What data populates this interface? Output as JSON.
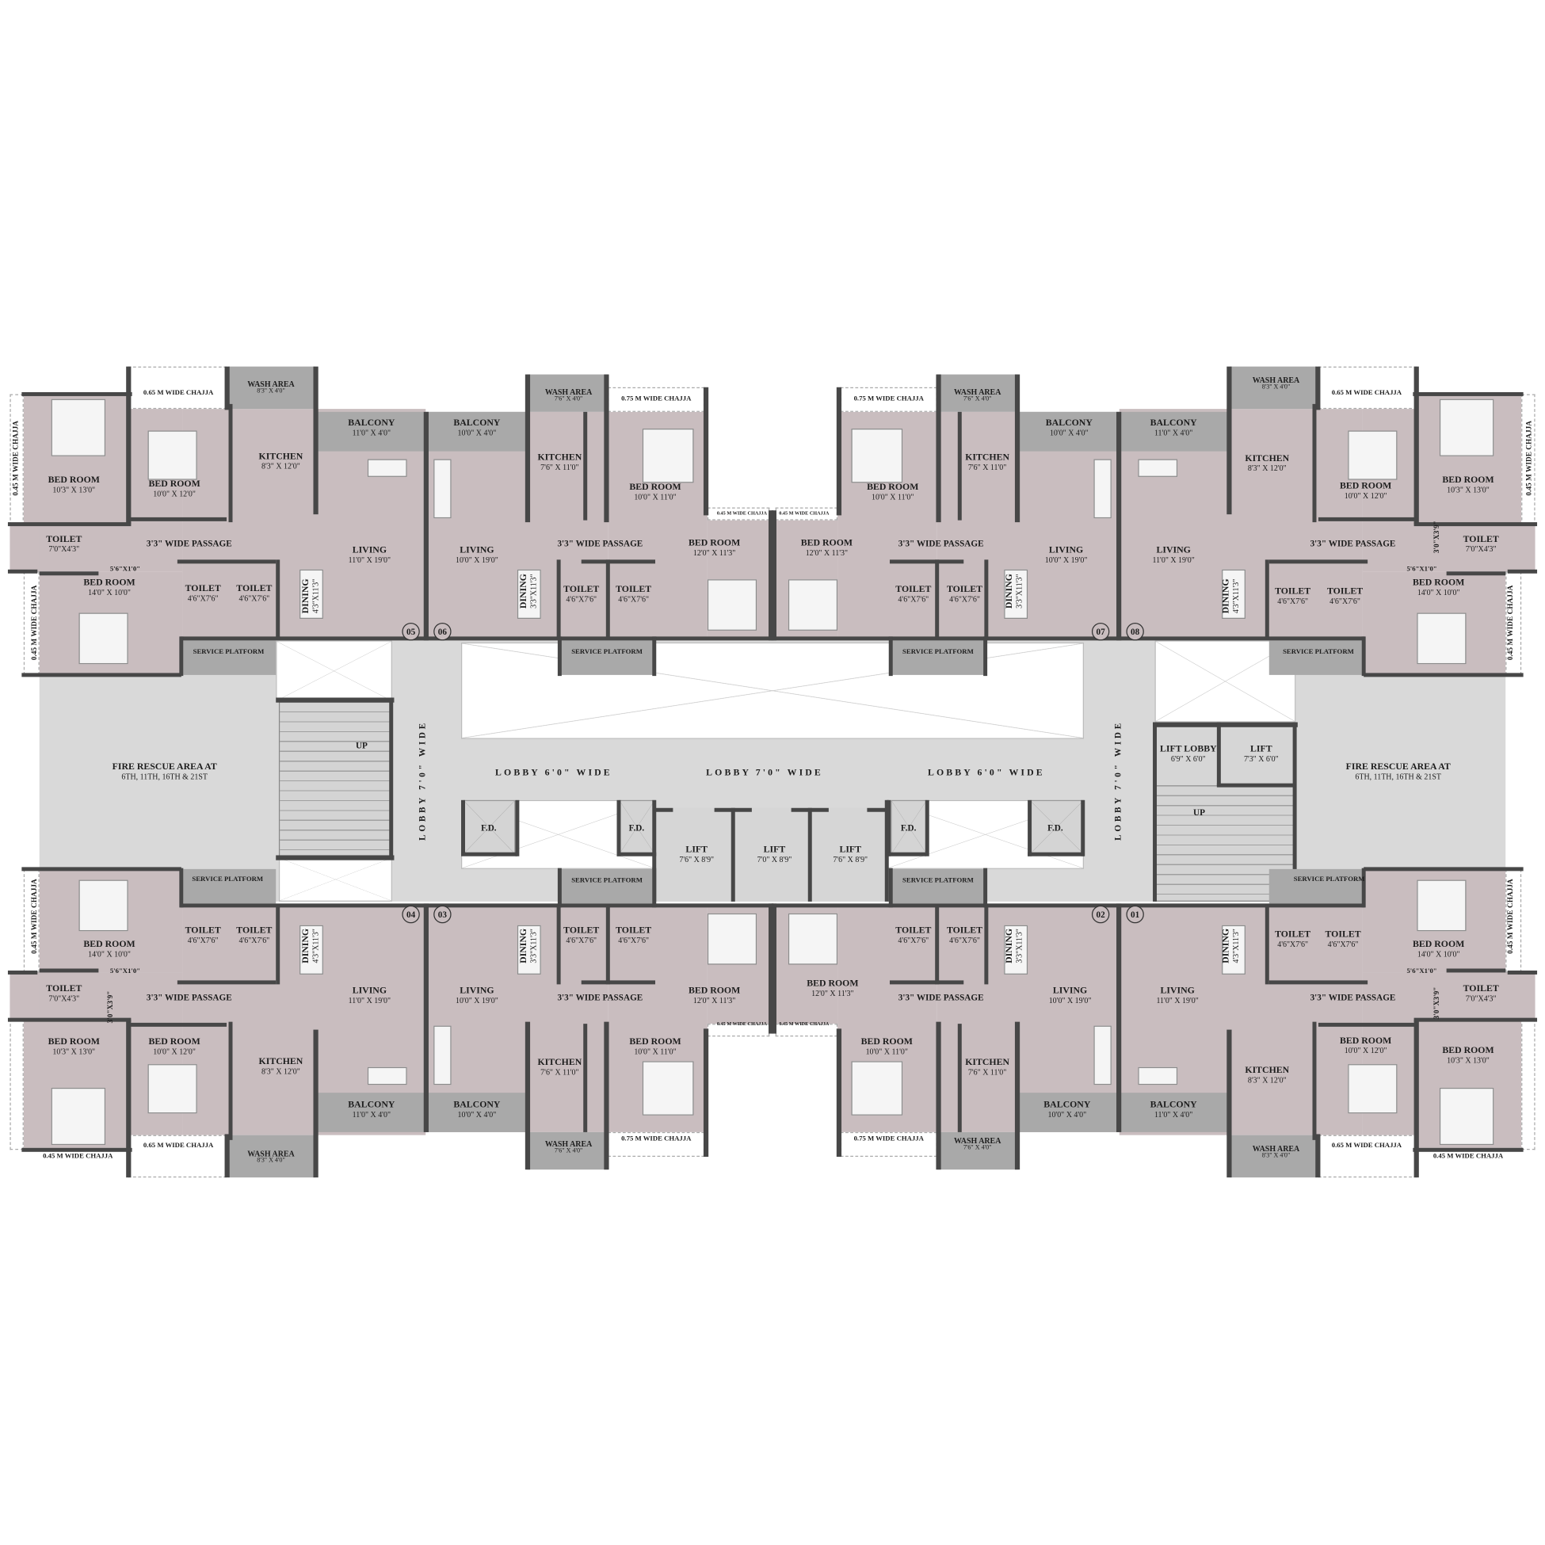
{
  "units": {
    "u05": {
      "number": "05",
      "bed_a": {
        "name": "BED ROOM",
        "dim": "10'3\" X 13'0\""
      },
      "bed_b": {
        "name": "BED ROOM",
        "dim": "10'0\" X 12'0\""
      },
      "bed_c": {
        "name": "BED ROOM",
        "dim": "14'0\" X 10'0\""
      },
      "kitchen": {
        "name": "KITCHEN",
        "dim": "8'3\" X 12'0\""
      },
      "balcony": {
        "name": "BALCONY",
        "dim": "11'0\" X 4'0\""
      },
      "wash": {
        "name": "WASH AREA",
        "dim": "8'3\" X 4'0\""
      },
      "toilet_a": {
        "name": "TOILET",
        "dim": "7'0\"X4'3\""
      },
      "toilet_b": {
        "name": "TOILET",
        "dim": "4'6\"X7'6\""
      },
      "toilet_c": {
        "name": "TOILET",
        "dim": "4'6\"X7'6\""
      },
      "dining": {
        "name": "DINING",
        "dim": "4'3\"X11'3\""
      },
      "living": {
        "name": "LIVING",
        "dim": "11'0\" X 19'0\""
      },
      "passage": "3'3\" WIDE PASSAGE",
      "niche": "5'6\"X1'0\"",
      "service": "SERVICE PLATFORM",
      "chajja_a": "0.45 M WIDE CHAJJA",
      "chajja_b": "0.45 M WIDE CHAJJA",
      "chajja_c": "0.65 M WIDE CHAJJA"
    },
    "u06": {
      "number": "06",
      "bed_a": {
        "name": "BED ROOM",
        "dim": "10'0\" X 11'0\""
      },
      "bed_b": {
        "name": "BED ROOM",
        "dim": "12'0\" X 11'3\""
      },
      "kitchen": {
        "name": "KITCHEN",
        "dim": "7'6\" X 11'0\""
      },
      "balcony": {
        "name": "BALCONY",
        "dim": "10'0\" X 4'0\""
      },
      "wash": {
        "name": "WASH AREA",
        "dim": "7'6\" X 4'0\""
      },
      "toilet_b": {
        "name": "TOILET",
        "dim": "4'6\"X7'6\""
      },
      "toilet_c": {
        "name": "TOILET",
        "dim": "4'6\"X7'6\""
      },
      "dining": {
        "name": "DINING",
        "dim": "3'3\"X11'3\""
      },
      "living": {
        "name": "LIVING",
        "dim": "10'0\" X 19'0\""
      },
      "passage": "3'3\" WIDE PASSAGE",
      "service": "SERVICE PLATFORM",
      "chajja_a": "0.75 M WIDE CHAJJA",
      "chajja_b": "0.45 M WIDE CHAJJA"
    },
    "u07": {
      "number": "07",
      "bed_a": {
        "name": "BED ROOM",
        "dim": "10'0\" X 11'0\""
      },
      "bed_b": {
        "name": "BED ROOM",
        "dim": "12'0\" X 11'3\""
      },
      "kitchen": {
        "name": "KITCHEN",
        "dim": "7'6\" X 11'0\""
      },
      "balcony": {
        "name": "BALCONY",
        "dim": "10'0\" X 4'0\""
      },
      "wash": {
        "name": "WASH AREA",
        "dim": "7'6\" X 4'0\""
      },
      "toilet_b": {
        "name": "TOILET",
        "dim": "4'6\"X7'6\""
      },
      "toilet_c": {
        "name": "TOILET",
        "dim": "4'6\"X7'6\""
      },
      "dining": {
        "name": "DINING",
        "dim": "3'3\"X11'3\""
      },
      "living": {
        "name": "LIVING",
        "dim": "10'0\" X 19'0\""
      },
      "passage": "3'3\" WIDE PASSAGE",
      "service": "SERVICE PLATFORM",
      "chajja_a": "0.75 M WIDE CHAJJA",
      "chajja_b": "0.45 M WIDE CHAJJA"
    },
    "u08": {
      "number": "08",
      "bed_a": {
        "name": "BED ROOM",
        "dim": "10'3\" X 13'0\""
      },
      "bed_b": {
        "name": "BED ROOM",
        "dim": "10'0\" X 12'0\""
      },
      "bed_c": {
        "name": "BED ROOM",
        "dim": "14'0\" X 10'0\""
      },
      "kitchen": {
        "name": "KITCHEN",
        "dim": "8'3\" X 12'0\""
      },
      "balcony": {
        "name": "BALCONY",
        "dim": "11'0\" X 4'0\""
      },
      "wash": {
        "name": "WASH AREA",
        "dim": "8'3\" X 4'0\""
      },
      "toilet_a": {
        "name": "TOILET",
        "dim": "7'0\"X4'3\""
      },
      "toilet_b": {
        "name": "TOILET",
        "dim": "4'6\"X7'6\""
      },
      "toilet_c": {
        "name": "TOILET",
        "dim": "4'6\"X7'6\""
      },
      "dining": {
        "name": "DINING",
        "dim": "4'3\"X11'3\""
      },
      "living": {
        "name": "LIVING",
        "dim": "11'0\" X 19'0\""
      },
      "passage": "3'3\" WIDE PASSAGE",
      "niche": "5'6\"X1'0\"",
      "shaft": "3'0\"X3'9\"",
      "service": "SERVICE PLATFORM",
      "chajja_a": "0.45 M WIDE CHAJJA",
      "chajja_b": "0.45 M WIDE CHAJJA",
      "chajja_c": "0.65 M WIDE CHAJJA"
    },
    "u04": {
      "number": "04",
      "bed_a": {
        "name": "BED ROOM",
        "dim": "10'3\" X 13'0\""
      },
      "bed_b": {
        "name": "BED ROOM",
        "dim": "10'0\" X 12'0\""
      },
      "bed_c": {
        "name": "BED ROOM",
        "dim": "14'0\" X 10'0\""
      },
      "kitchen": {
        "name": "KITCHEN",
        "dim": "8'3\" X 12'0\""
      },
      "balcony": {
        "name": "BALCONY",
        "dim": "11'0\" X 4'0\""
      },
      "wash": {
        "name": "WASH AREA",
        "dim": "8'3\" X 4'0\""
      },
      "toilet_a": {
        "name": "TOILET",
        "dim": "7'0\"X4'3\""
      },
      "toilet_b": {
        "name": "TOILET",
        "dim": "4'6\"X7'6\""
      },
      "toilet_c": {
        "name": "TOILET",
        "dim": "4'6\"X7'6\""
      },
      "dining": {
        "name": "DINING",
        "dim": "4'3\"X11'3\""
      },
      "living": {
        "name": "LIVING",
        "dim": "11'0\" X 19'0\""
      },
      "passage": "3'3\" WIDE PASSAGE",
      "niche": "5'6\"X1'0\"",
      "shaft": "3'0\"X3'9\"",
      "service": "SERVICE PLATFORM",
      "chajja_a": "0.45 M WIDE CHAJJA",
      "chajja_b": "0.45 M WIDE CHAJJA",
      "chajja_c": "0.65 M WIDE CHAJJA"
    },
    "u03": {
      "number": "03",
      "bed_a": {
        "name": "BED ROOM",
        "dim": "10'0\" X 11'0\""
      },
      "bed_b": {
        "name": "BED ROOM",
        "dim": "12'0\" X 11'3\""
      },
      "kitchen": {
        "name": "KITCHEN",
        "dim": "7'6\" X 11'0\""
      },
      "balcony": {
        "name": "BALCONY",
        "dim": "10'0\" X 4'0\""
      },
      "wash": {
        "name": "WASH AREA",
        "dim": "7'6\" X 4'0\""
      },
      "toilet_b": {
        "name": "TOILET",
        "dim": "4'6\"X7'6\""
      },
      "toilet_c": {
        "name": "TOILET",
        "dim": "4'6\"X7'6\""
      },
      "dining": {
        "name": "DINING",
        "dim": "3'3\"X11'3\""
      },
      "living": {
        "name": "LIVING",
        "dim": "10'0\" X 19'0\""
      },
      "passage": "3'3\" WIDE PASSAGE",
      "service": "SERVICE PLATFORM",
      "chajja_a": "0.75 M WIDE CHAJJA",
      "chajja_b": "0.45 M WIDE CHAJJA"
    },
    "u02": {
      "number": "02",
      "bed_a": {
        "name": "BED ROOM",
        "dim": "10'0\" X 11'0\""
      },
      "bed_b": {
        "name": "BED ROOM",
        "dim": "12'0\" X 11'3\""
      },
      "kitchen": {
        "name": "KITCHEN",
        "dim": "7'6\" X 11'0\""
      },
      "balcony": {
        "name": "BALCONY",
        "dim": "10'0\" X 4'0\""
      },
      "wash": {
        "name": "WASH AREA",
        "dim": "7'6\" X 4'0\""
      },
      "toilet_b": {
        "name": "TOILET",
        "dim": "4'6\"X7'6\""
      },
      "toilet_c": {
        "name": "TOILET",
        "dim": "4'6\"X7'6\""
      },
      "dining": {
        "name": "DINING",
        "dim": "3'3\"X11'3\""
      },
      "living": {
        "name": "LIVING",
        "dim": "10'0\" X 19'0\""
      },
      "passage": "3'3\" WIDE PASSAGE",
      "service": "SERVICE PLATFORM",
      "chajja_a": "0.75 M WIDE CHAJJA",
      "chajja_b": "0.45 M WIDE CHAJJA"
    },
    "u01": {
      "number": "01",
      "bed_a": {
        "name": "BED ROOM",
        "dim": "10'3\" X 13'0\""
      },
      "bed_b": {
        "name": "BED ROOM",
        "dim": "10'0\" X 12'0\""
      },
      "bed_c": {
        "name": "BED ROOM",
        "dim": "14'0\" X 10'0\""
      },
      "kitchen": {
        "name": "KITCHEN",
        "dim": "8'3\" X 12'0\""
      },
      "balcony": {
        "name": "BALCONY",
        "dim": "11'0\" X 4'0\""
      },
      "wash": {
        "name": "WASH AREA",
        "dim": "8'3\" X 4'0\""
      },
      "toilet_a": {
        "name": "TOILET",
        "dim": "7'0\"X4'3\""
      },
      "toilet_b": {
        "name": "TOILET",
        "dim": "4'6\"X7'6\""
      },
      "toilet_c": {
        "name": "TOILET",
        "dim": "4'6\"X7'6\""
      },
      "dining": {
        "name": "DINING",
        "dim": "4'3\"X11'3\""
      },
      "living": {
        "name": "LIVING",
        "dim": "11'0\" X 19'0\""
      },
      "passage": "3'3\" WIDE PASSAGE",
      "niche": "5'6\"X1'0\"",
      "shaft": "3'0\"X3'9\"",
      "service": "SERVICE PLATFORM",
      "chajja_a": "0.45 M WIDE CHAJJA",
      "chajja_b": "0.45 M WIDE CHAJJA",
      "chajja_c": "0.65 M WIDE CHAJJA"
    }
  },
  "core": {
    "fire_rescue_left": {
      "name": "FIRE RESCUE AREA AT",
      "dim": "6TH, 11TH, 16TH & 21ST"
    },
    "fire_rescue_right": {
      "name": "FIRE RESCUE AREA AT",
      "dim": "6TH, 11TH, 16TH & 21ST"
    },
    "up_left": "UP",
    "up_right": "UP",
    "lobby_left": "LOBBY 7'0\" WIDE",
    "lobby_right": "LOBBY 7'0\" WIDE",
    "lobby_a": "LOBBY 6'0\" WIDE",
    "lobby_b": "LOBBY 7'0\" WIDE",
    "lobby_c": "LOBBY 6'0\" WIDE",
    "fd": [
      "F.D.",
      "F.D.",
      "F.D.",
      "F.D."
    ],
    "lifts": [
      {
        "name": "LIFT",
        "dim": "7'6\" X 8'9\""
      },
      {
        "name": "LIFT",
        "dim": "7'0\" X 8'9\""
      },
      {
        "name": "LIFT",
        "dim": "7'6\" X 8'9\""
      }
    ],
    "lift_lobby": {
      "name": "LIFT LOBBY",
      "dim": "6'9\" X 6'0\""
    },
    "fire_lift": {
      "name": "LIFT",
      "dim": "7'3\" X 6'0\""
    }
  },
  "colors": {
    "unit_floor": "#c9bdbf",
    "utility": "#a9a9a9",
    "lobby": "#d9d9d9",
    "wall": "#474747"
  }
}
